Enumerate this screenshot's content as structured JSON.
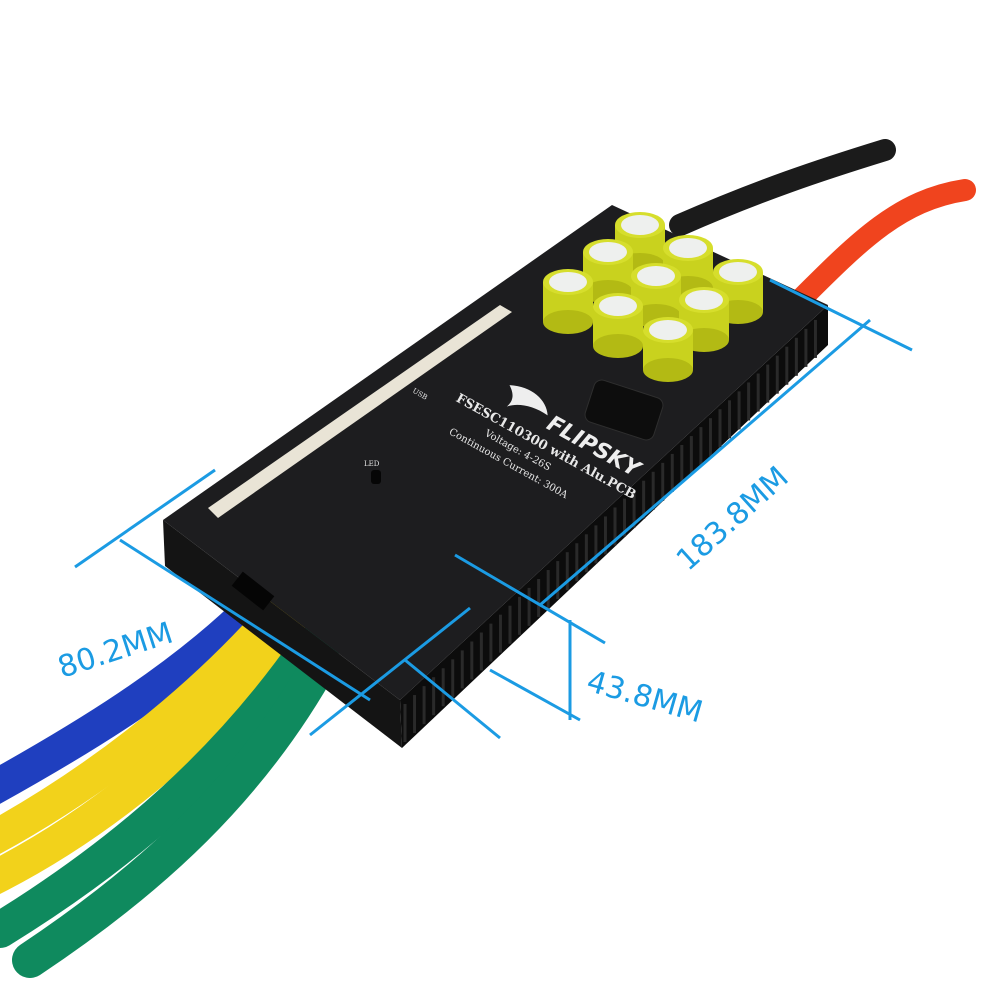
{
  "product": {
    "brand": "FLIPSKY",
    "model_line": "FSESC110300 with Alu.PCB",
    "voltage_line": "Voltage: 4-26S",
    "current_line": "Continuous Current: 300A",
    "led_label": "LED",
    "usb_label": "USB"
  },
  "dimensions": {
    "width": "80.2MM",
    "length": "183.8MM",
    "height": "43.8MM",
    "line_color": "#1b9be3"
  },
  "colors": {
    "housing": "#1a1a1a",
    "capacitor": "#c9d21e",
    "phase_wires": [
      "#1f3fbf",
      "#f2d21b",
      "#0f8a5e"
    ],
    "battery_positive": "#f0441e",
    "battery_negative": "#1b1b1b"
  }
}
